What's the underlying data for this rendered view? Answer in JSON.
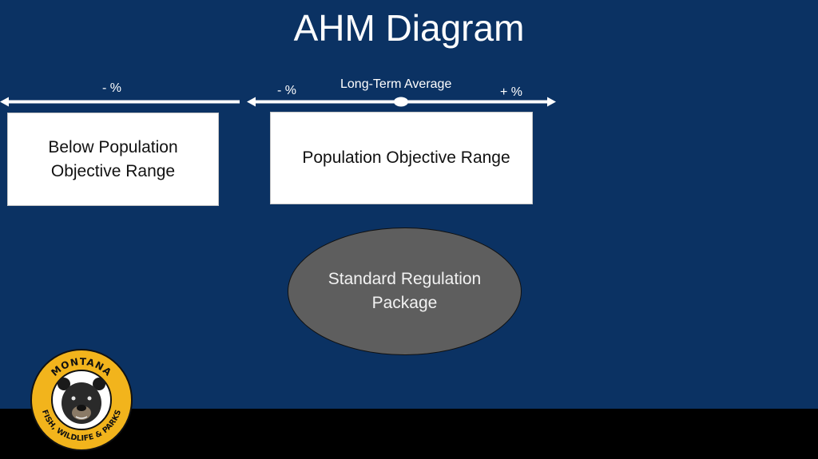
{
  "title": "AHM Diagram",
  "labels": {
    "left_minus": "- %",
    "mid_minus": "- %",
    "long_term_average": "Long-Term Average",
    "plus": "+ %"
  },
  "boxes": {
    "below_range": [
      "Below Population",
      "Objective Range"
    ],
    "objective_range": "Population Objective Range"
  },
  "oval": [
    "Standard Regulation",
    "Package"
  ],
  "logo": {
    "top_text": "MONTANA",
    "bottom_text": "FISH, WILDLIFE & PARKS"
  },
  "colors": {
    "background": "#0b3263",
    "footer": "#000000",
    "logo_gold": "#f2b41c",
    "oval_fill": "#5e5e5e"
  }
}
